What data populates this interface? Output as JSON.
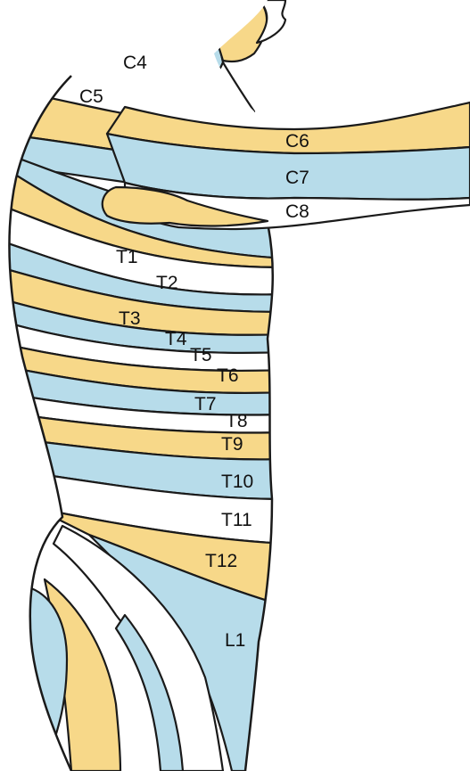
{
  "colors": {
    "blue": "#b7dcea",
    "yellow": "#f7d889",
    "white": "#ffffff",
    "outline": "#1a1a1a",
    "text": "#111111"
  },
  "labels": {
    "c4": "C4",
    "c5": "C5",
    "c6": "C6",
    "c7": "C7",
    "c8": "C8",
    "t1": "T1",
    "t2": "T2",
    "t3": "T3",
    "t4": "T4",
    "t5": "T5",
    "t6": "T6",
    "t7": "T7",
    "t8": "T8",
    "t9": "T9",
    "t10": "T10",
    "t11": "T11",
    "t12": "T12",
    "l1": "L1"
  }
}
